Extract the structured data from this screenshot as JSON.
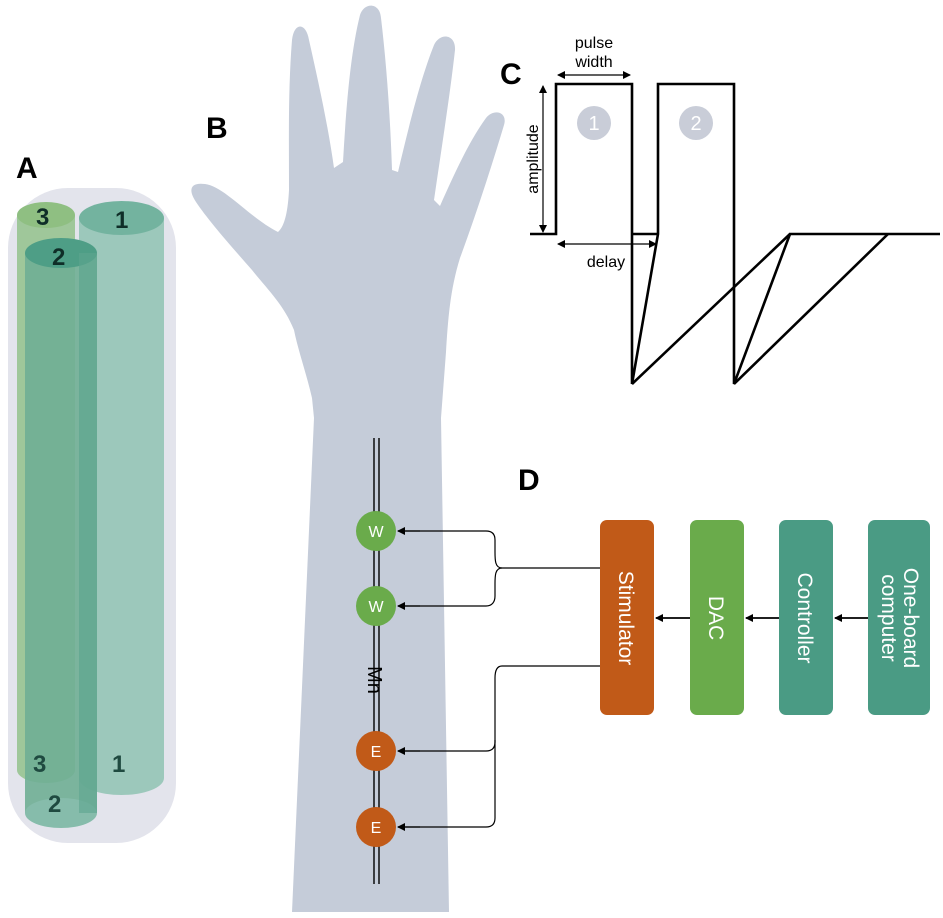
{
  "panels": {
    "a": "A",
    "b": "B",
    "c": "C",
    "d": "D"
  },
  "cylinders": {
    "top_labels": [
      "3",
      "1",
      "2"
    ],
    "bottom_labels": [
      "3",
      "1",
      "2"
    ],
    "colors": {
      "outer": "#e3e4ec",
      "cyl1": "#7fb9a8",
      "cyl2": "#5ea993",
      "cyl3": "#8fbf82"
    }
  },
  "arm": {
    "color": "#c5ccd9",
    "nerve_label": "Mn",
    "electrodes": [
      {
        "letter": "W",
        "color": "#6aab4b"
      },
      {
        "letter": "W",
        "color": "#6aab4b"
      },
      {
        "letter": "E",
        "color": "#c15a18"
      },
      {
        "letter": "E",
        "color": "#c15a18"
      }
    ]
  },
  "pulse": {
    "labels": {
      "pulse_width_line1": "pulse",
      "pulse_width_line2": "width",
      "amplitude": "amplitude",
      "delay": "delay"
    },
    "pulse_numbers": [
      "1",
      "2"
    ],
    "number_circle_color": "#c9cdd8"
  },
  "blocks": [
    {
      "label": "Stimulator",
      "color": "#c15a18"
    },
    {
      "label": "DAC",
      "color": "#6aab4b"
    },
    {
      "label": "Controller",
      "color": "#4a9b84"
    },
    {
      "label_line1": "One-board",
      "label_line2": "computer",
      "color": "#4a9b84"
    }
  ]
}
